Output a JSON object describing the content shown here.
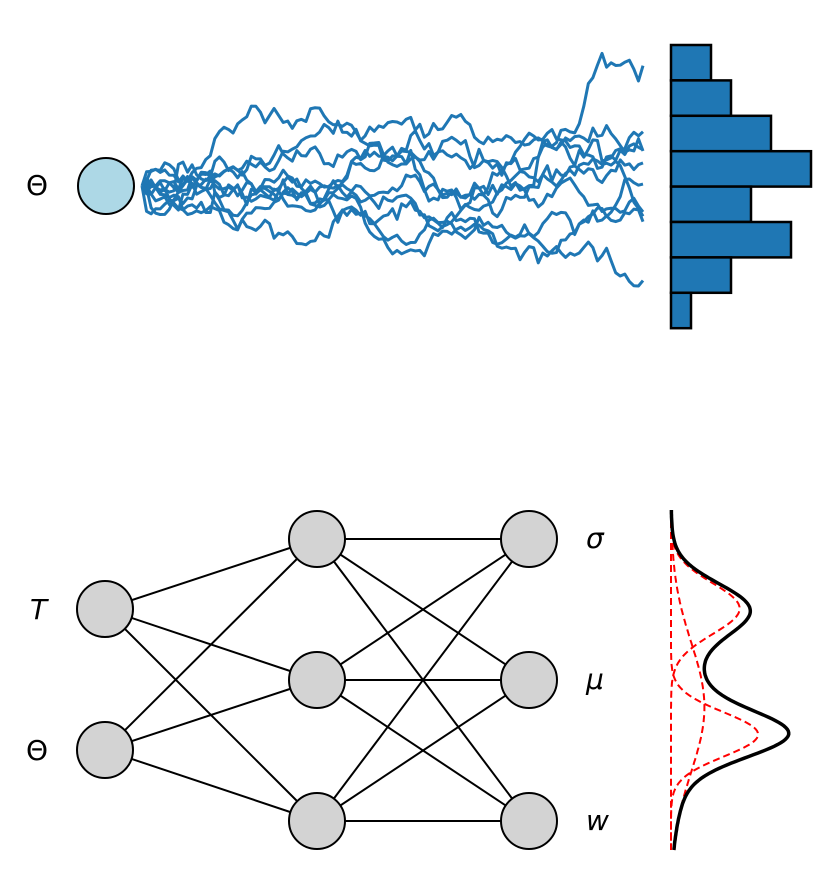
{
  "top": {
    "param_label": "Θ",
    "walk_color": "#1f77b4",
    "node_color": "#add8e6",
    "walks": {
      "count": 10,
      "steps": 110,
      "seed": 7
    },
    "histogram": {
      "counts": [
        2,
        3,
        5,
        7,
        4,
        6,
        3,
        1
      ],
      "color": "#1f77b4"
    }
  },
  "bottom": {
    "inputs": [
      "T",
      "Θ"
    ],
    "outputs": [
      "σ",
      "μ",
      "w"
    ],
    "hidden_count": 3,
    "node_color": "#d3d3d3",
    "mixture": {
      "components": [
        {
          "mu": 0.29,
          "sigma": 0.075,
          "weight": 0.3
        },
        {
          "mu": 0.66,
          "sigma": 0.065,
          "weight": 0.33
        },
        {
          "mu": 0.58,
          "sigma": 0.19,
          "weight": 0.37
        }
      ],
      "component_color": "#ff0000",
      "total_color": "#000000"
    }
  }
}
